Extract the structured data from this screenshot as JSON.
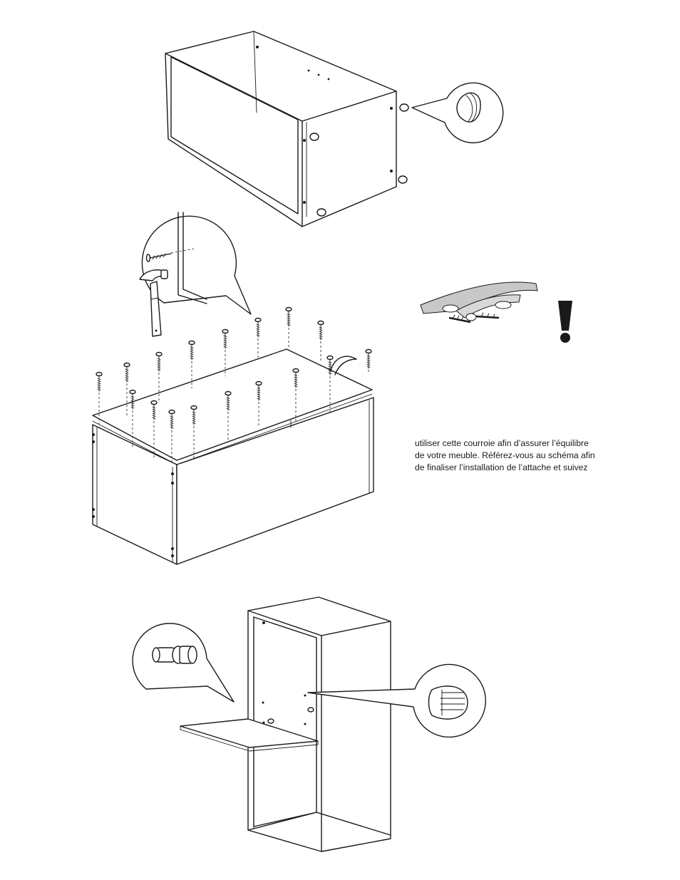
{
  "notice": {
    "line1": "utiliser cette courroie afin d’assurer l’équilibre",
    "line2": "de votre meuble.  Référez-vous au schéma afin",
    "line3": "de finaliser l’installation de l’attache et suivez"
  },
  "icons": {
    "warning": "exclamation-icon",
    "hammer": "hammer-icon",
    "nail": "nail-icon",
    "cam": "cam-lock-icon",
    "dowel": "dowel-icon",
    "shelf_pin": "shelf-pin-icon",
    "strap": "safety-strap-icon"
  }
}
